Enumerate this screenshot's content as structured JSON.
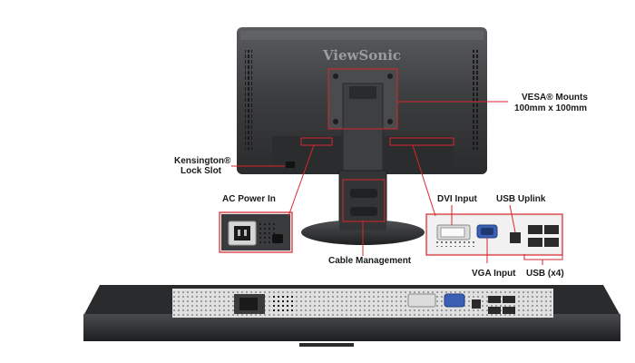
{
  "brand": "ViewSonic",
  "labels": {
    "vesa_line1": "VESA® Mounts",
    "vesa_line2": "100mm x 100mm",
    "kensington_line1": "Kensington®",
    "kensington_line2": "Lock Slot",
    "ac_power": "AC Power In",
    "dvi": "DVI Input",
    "usb_uplink": "USB Uplink",
    "cable_mgmt": "Cable Management",
    "vga": "VGA Input",
    "usb_x4": "USB (x4)"
  },
  "colors": {
    "callout": "#d9262c",
    "monitor_body": "#3a3b3d",
    "port_panel": "#e8e8e8"
  }
}
